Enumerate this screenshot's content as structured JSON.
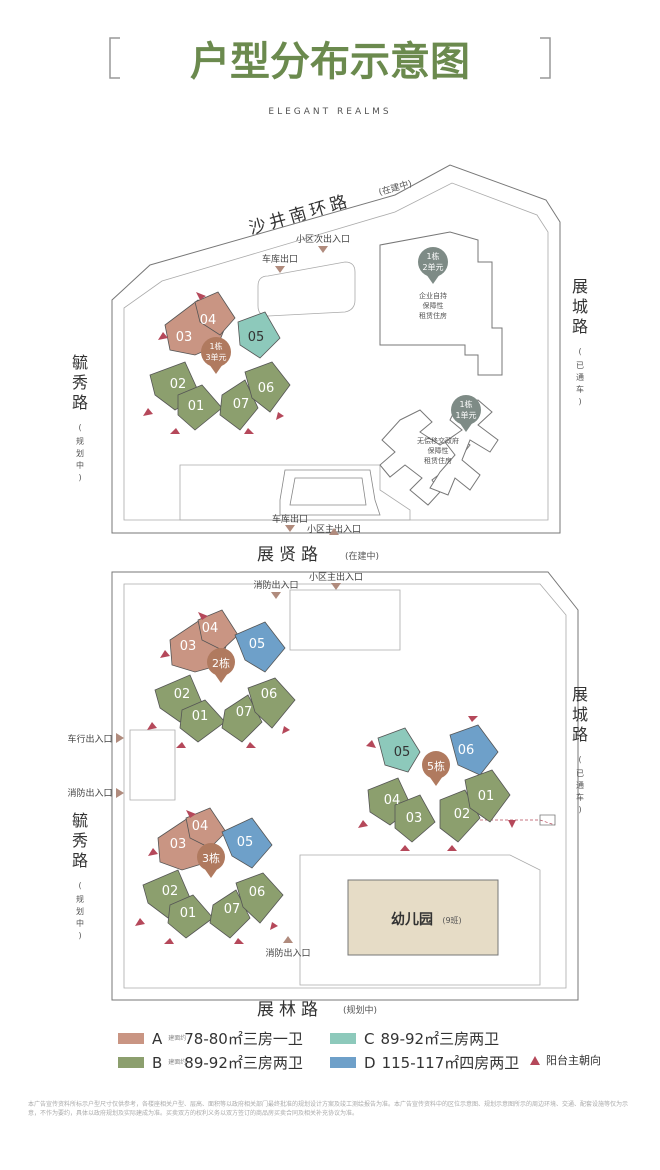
{
  "header": {
    "title": "户型分布示意图",
    "subtitle": "ELEGANT REALMS"
  },
  "colors": {
    "A": "#c99583",
    "B": "#8c9f6e",
    "C": "#8dc9bb",
    "D": "#6ea0c9",
    "bubble": "#b07a5f",
    "marker": "#b5485a",
    "title": "#6b8a4e",
    "line": "#7a7a7a"
  },
  "roads": {
    "north": {
      "name": "沙井南环路",
      "note": "(在建中)"
    },
    "middle": {
      "name": "展贤路",
      "note": "(在建中)"
    },
    "south": {
      "name": "展林路",
      "note": "(规划中)"
    },
    "west_top": {
      "name": "毓秀路",
      "note": "(规划中)"
    },
    "west_bottom": {
      "name": "毓秀路",
      "note": "(规划中)"
    },
    "east_top": {
      "name": "展城路",
      "note": "(已通车)"
    },
    "east_bottom": {
      "name": "展城路",
      "note": "(已通车)"
    }
  },
  "entrances": {
    "n_secondary": "小区次出入口",
    "n_garage_top": "车库出口",
    "n_garage_bottom": "车库出口",
    "n_main": "小区主出入口",
    "s_fire_top": "消防出入口",
    "s_main": "小区主出入口",
    "s_vehicle": "车行出入口",
    "s_fire_west": "消防出入口",
    "s_fire_bottom": "消防出入口"
  },
  "buildings": {
    "n1_3": {
      "label": "1栋\n3单元"
    },
    "n1_2": {
      "label": "1栋\n2单元",
      "caption": [
        "企业自持",
        "保障性",
        "租赁住房"
      ]
    },
    "n1_1": {
      "label": "1栋\n1单元",
      "caption": [
        "无偿移交政府",
        "保障性",
        "租赁住房"
      ]
    },
    "b2": {
      "label": "2栋"
    },
    "b3": {
      "label": "3栋"
    },
    "b5": {
      "label": "5栋"
    },
    "kindergarten": {
      "name": "幼儿园",
      "note": "(9班)"
    }
  },
  "legend": [
    {
      "code": "A",
      "small": "建面约",
      "range": "78-80㎡",
      "room": "三房一卫",
      "color": "#c99583"
    },
    {
      "code": "B",
      "small": "建面约",
      "range": "89-92㎡",
      "room": "三房两卫",
      "color": "#8c9f6e"
    },
    {
      "code": "C",
      "small": "",
      "range": "89-92㎡",
      "room": "三房两卫",
      "color": "#8dc9bb"
    },
    {
      "code": "D",
      "small": "",
      "range": "115-117㎡",
      "room": "四房两卫",
      "color": "#6ea0c9"
    }
  ],
  "legend_marker": "阳台主朝向",
  "footnote": "本广告宣传资料所标示户型尺寸仅供参考，各楼座相关户型、层高、面积等以政府相关部门最终批准的规划设计方案及竣工测绘报告为准。本广告宣传资料中的区位示意图、规划示意图所示的周边环境、交通、配套设施等仅为示意，不作为要约，具体以政府规划及实际建成为准。买卖双方的权利义务以双方签订的商品房买卖合同及相关补充协议为准。"
}
